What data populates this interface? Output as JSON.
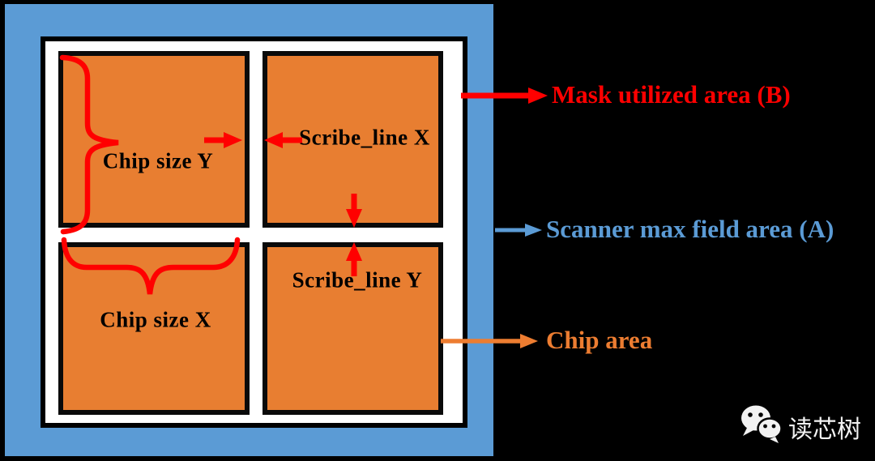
{
  "colors": {
    "background": "#000000",
    "scanner_field_blue": "#5B9BD5",
    "chip_orange": "#E87E31",
    "mask_white": "#FFFFFF",
    "border_black": "#000000",
    "annotation_red": "#FF0000",
    "annotation_orange": "#ED7D31"
  },
  "chips": {
    "top_left": {
      "label": "Chip size Y"
    },
    "top_right": {
      "label": "Scribe_line X"
    },
    "bottom_left": {
      "label": "Chip size X"
    },
    "bottom_right": {
      "label": "Scribe_line Y"
    }
  },
  "annotations": {
    "mask": {
      "label": "Mask utilized area (B)",
      "color": "#FF0000"
    },
    "scanner": {
      "label": "Scanner max field area (A)",
      "color": "#5B9BD5"
    },
    "chip": {
      "label": "Chip area",
      "color": "#ED7D31"
    }
  },
  "watermark": {
    "icon": "wechat-icon",
    "text": "读芯树"
  }
}
